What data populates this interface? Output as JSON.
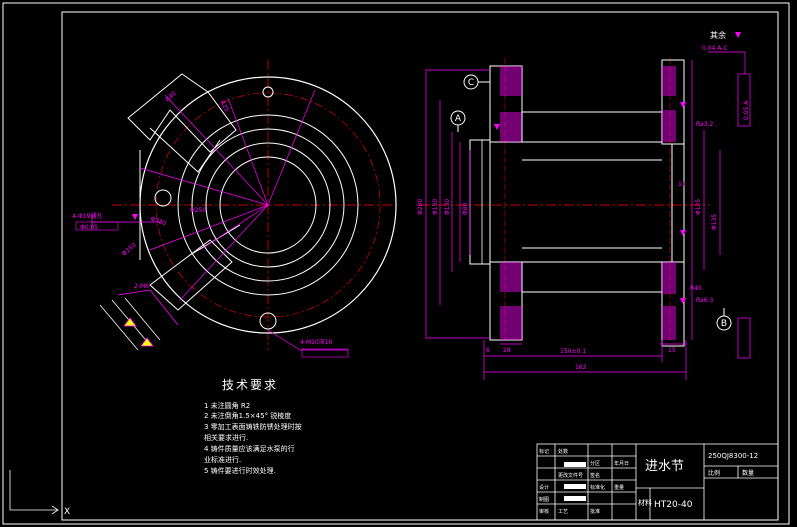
{
  "colors": {
    "background": "#000000",
    "outline": "#ffffff",
    "dimension": "#ff00ff",
    "centerline": "#ff0000"
  },
  "drawing": {
    "tech_requirements": {
      "title": "技术要求",
      "items": [
        "1 未注圆角 R2",
        "2 未注倒角1.5×45° 锐棱度",
        "3 零加工表面铸铁防锈处理时按",
        "相关要求进行.",
        "4 铸件质量应该满足水泵的行",
        "业标准进行.",
        "5 铸件要进行时效处理."
      ]
    },
    "section_labels": {
      "datum_c": "C",
      "datum_a": "A",
      "datum_b": "B",
      "roughness_other": "其余"
    },
    "title_block": {
      "drawing_no": "250QJ8300-12",
      "part_name": "进水节",
      "material_label": "材料",
      "material": "HT20-40",
      "scale_label": "比例",
      "qty_label": "数量",
      "grid_labels": [
        "标记",
        "处数",
        "分区",
        "更改文件号",
        "签名",
        "年月日",
        "设计",
        "标准化",
        "制图",
        "审核",
        "工艺",
        "批准",
        "重量"
      ]
    },
    "left_view_dims": [
      "4-Φ19通孔",
      "Φ0.05",
      "2-M6",
      "Φ320",
      "Φ250",
      "Φ160",
      "4-M10深16",
      "R40",
      "R25"
    ],
    "right_view_dims": [
      "Φ280",
      "Φ150",
      "Φ130",
      "Φ80",
      "Φ125",
      "Φ135",
      "150±0.1",
      "162",
      "28",
      "6",
      "15",
      "11",
      "R40",
      "0.05 A",
      "0.04 A-C",
      "Ra3.2",
      "Ra6.3"
    ]
  }
}
